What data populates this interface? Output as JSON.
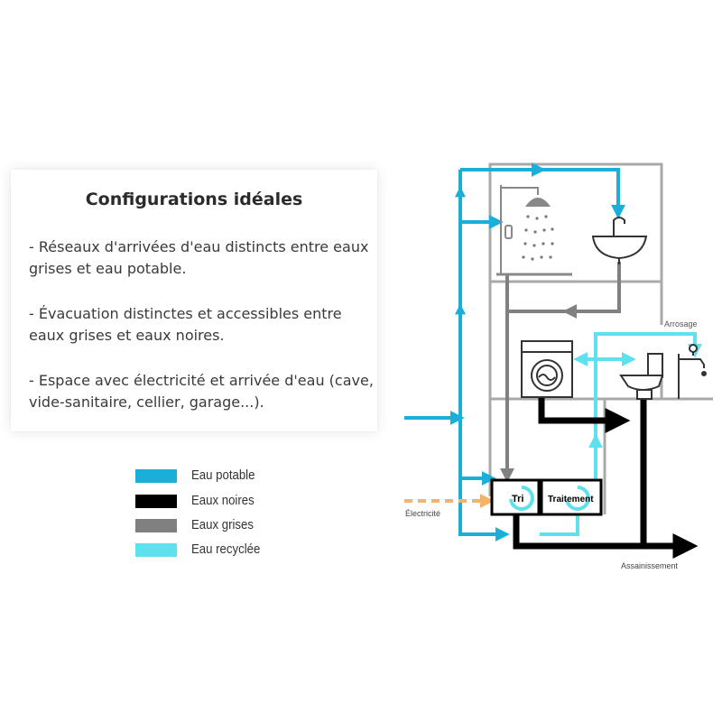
{
  "card": {
    "title": "Configurations idéales",
    "paragraphs": [
      "- Réseaux d'arrivées d'eau distincts entre eaux grises et eau potable.",
      "- Évacuation distinctes et accessibles entre eaux grises et eaux noires.",
      "- Espace avec électricité et arrivée d'eau (cave, vide-sanitaire, cellier, garage...)."
    ]
  },
  "legend": [
    {
      "label": "Eau potable",
      "color": "#1aafd8"
    },
    {
      "label": "Eaux noires",
      "color": "#000000"
    },
    {
      "label": "Eaux grises",
      "color": "#808080"
    },
    {
      "label": "Eau recyclée",
      "color": "#5fe0ee"
    }
  ],
  "diagram": {
    "labels": {
      "arrosage": "Arrosage",
      "electricite": "Électricité",
      "assainissement": "Assainissement",
      "tri": "Tri",
      "traitement": "Traitement"
    },
    "icons": [
      "shower-icon",
      "sink-icon",
      "washing-machine-icon",
      "toilet-icon",
      "garden-tap-icon"
    ],
    "colors": {
      "potable": "#1aafd8",
      "noires": "#000000",
      "grises": "#808080",
      "recyclee": "#5fe0ee",
      "electricite": "#f5b26b",
      "walls": "#a9a9a9"
    }
  }
}
